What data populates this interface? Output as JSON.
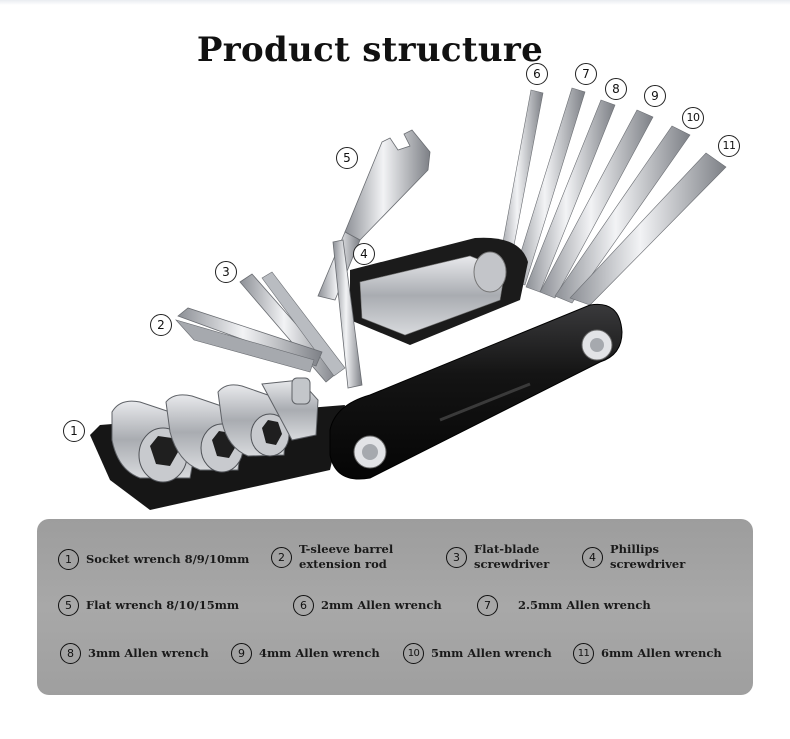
{
  "title": "Product structure",
  "callouts": [
    "1",
    "2",
    "3",
    "4",
    "5",
    "6",
    "7",
    "8",
    "9",
    "10",
    "11"
  ],
  "legend": [
    {
      "num": "1",
      "label": "Socket wrench 8/9/10mm"
    },
    {
      "num": "2",
      "label": "T-sleeve barrel extension rod"
    },
    {
      "num": "3",
      "label": "Flat-blade screwdriver"
    },
    {
      "num": "4",
      "label": "Phillips screwdriver"
    },
    {
      "num": "5",
      "label": "Flat wrench 8/10/15mm"
    },
    {
      "num": "6",
      "label": "2mm Allen wrench"
    },
    {
      "num": "7",
      "label": "2.5mm Allen wrench"
    },
    {
      "num": "8",
      "label": "3mm Allen wrench"
    },
    {
      "num": "9",
      "label": "4mm Allen wrench"
    },
    {
      "num": "10",
      "label": "5mm Allen wrench"
    },
    {
      "num": "11",
      "label": "6mm Allen wrench"
    }
  ],
  "colors": {
    "legend_bg": "#a3a3a3",
    "body": "#151515",
    "steel": "#c9ccd0"
  }
}
